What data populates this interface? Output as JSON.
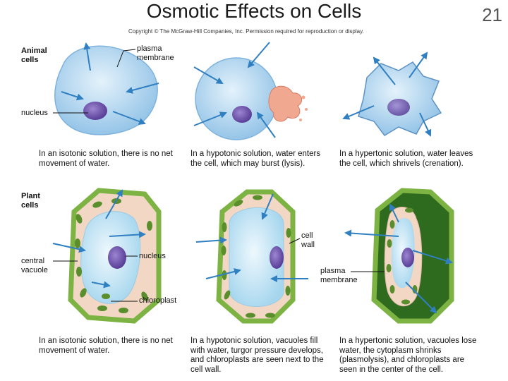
{
  "slide": {
    "title": "Osmotic Effects on Cells",
    "page_number": "21",
    "copyright": "Copyright © The McGraw-Hill Companies, Inc. Permission required for reproduction or display."
  },
  "animal": {
    "row_label": "Animal\ncells",
    "labels": {
      "plasma_membrane": "plasma\nmembrane",
      "nucleus": "nucleus"
    },
    "captions": {
      "isotonic": "In an isotonic solution, there is no net movement of water.",
      "hypotonic": "In a hypotonic solution, water enters the cell, which may burst (lysis).",
      "hypertonic": "In a hypertonic solution, water leaves the cell, which shrivels (crenation)."
    }
  },
  "plant": {
    "row_label": "Plant\ncells",
    "labels": {
      "central_vacuole": "central\nvacuole",
      "nucleus": "nucleus",
      "chloroplast": "chloroplast",
      "cell_wall": "cell\nwall",
      "plasma_membrane": "plasma\nmembrane"
    },
    "captions": {
      "isotonic": "In an isotonic solution, there is no net movement of water.",
      "hypotonic": "In a hypotonic solution, vacuoles fill with water, turgor pressure develops, and chloroplasts are seen next to the cell wall.",
      "hypertonic": "In a hypertonic solution, vacuoles lose water, the cytoplasm shrinks (plasmolysis), and chloroplasts are seen in the center of the cell."
    }
  },
  "colors": {
    "arrow": "#2f7fc1",
    "cytoplasm": "#a9d2ee",
    "nucleus": "#6b4fa6",
    "cell_wall": "#7cb342",
    "chloroplast": "#5a8e2c",
    "plant_cytoplasm": "#f1d7c4",
    "lysis": "#f0a890",
    "hypertonic_wall": "#2e6b1f"
  }
}
